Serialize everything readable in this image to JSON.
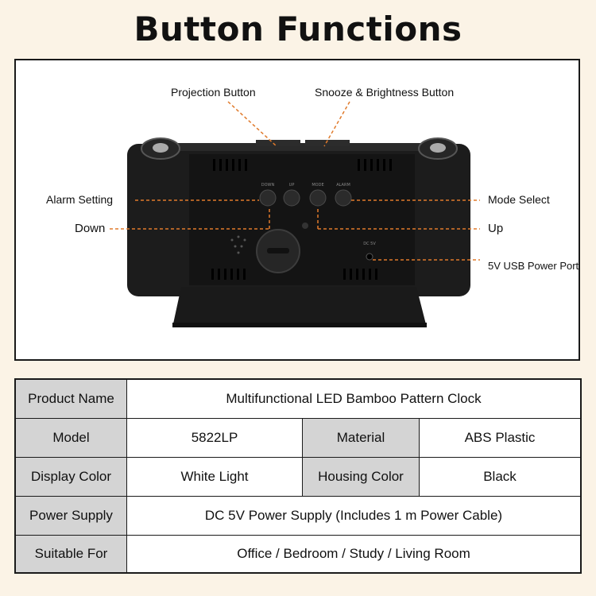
{
  "title": "Button Functions",
  "diagram": {
    "callouts": {
      "projection": "Projection Button",
      "snooze": "Snooze & Brightness Button",
      "alarm_setting": "Alarm Setting",
      "down": "Down",
      "mode_select": "Mode Select",
      "up": "Up",
      "usb": "5V USB Power Port"
    },
    "device_labels": {
      "down": "DOWN",
      "up": "UP",
      "mode": "MODE",
      "alarm": "ALARM",
      "dc": "DC 5V"
    },
    "colors": {
      "leader": "#e07a2b",
      "device": "#1c1c1c"
    }
  },
  "specs": {
    "product_name_label": "Product Name",
    "product_name_value": "Multifunctional LED Bamboo Pattern Clock",
    "model_label": "Model",
    "model_value": "5822LP",
    "material_label": "Material",
    "material_value": "ABS Plastic",
    "display_color_label": "Display Color",
    "display_color_value": "White Light",
    "housing_color_label": "Housing Color",
    "housing_color_value": "Black",
    "power_supply_label": "Power Supply",
    "power_supply_value": "DC 5V Power Supply (Includes 1 m Power Cable)",
    "suitable_for_label": "Suitable For",
    "suitable_for_value": "Office / Bedroom / Study / Living Room"
  }
}
